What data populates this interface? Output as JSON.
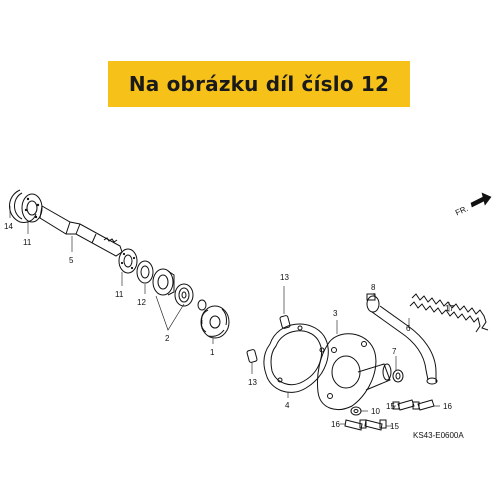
{
  "banner": {
    "text": "Na obrázku díl číslo 12",
    "color": "#f6c21a"
  },
  "direction_marker": {
    "label": "FR.",
    "icon": "front-arrow-icon"
  },
  "diagram_code": "KS43-E0600A",
  "callouts": [
    "14",
    "11",
    "5",
    "11",
    "12",
    "2",
    "1",
    "13",
    "13",
    "4",
    "3",
    "8",
    "6",
    "7",
    "17",
    "10",
    "15",
    "15",
    "16",
    "16"
  ]
}
